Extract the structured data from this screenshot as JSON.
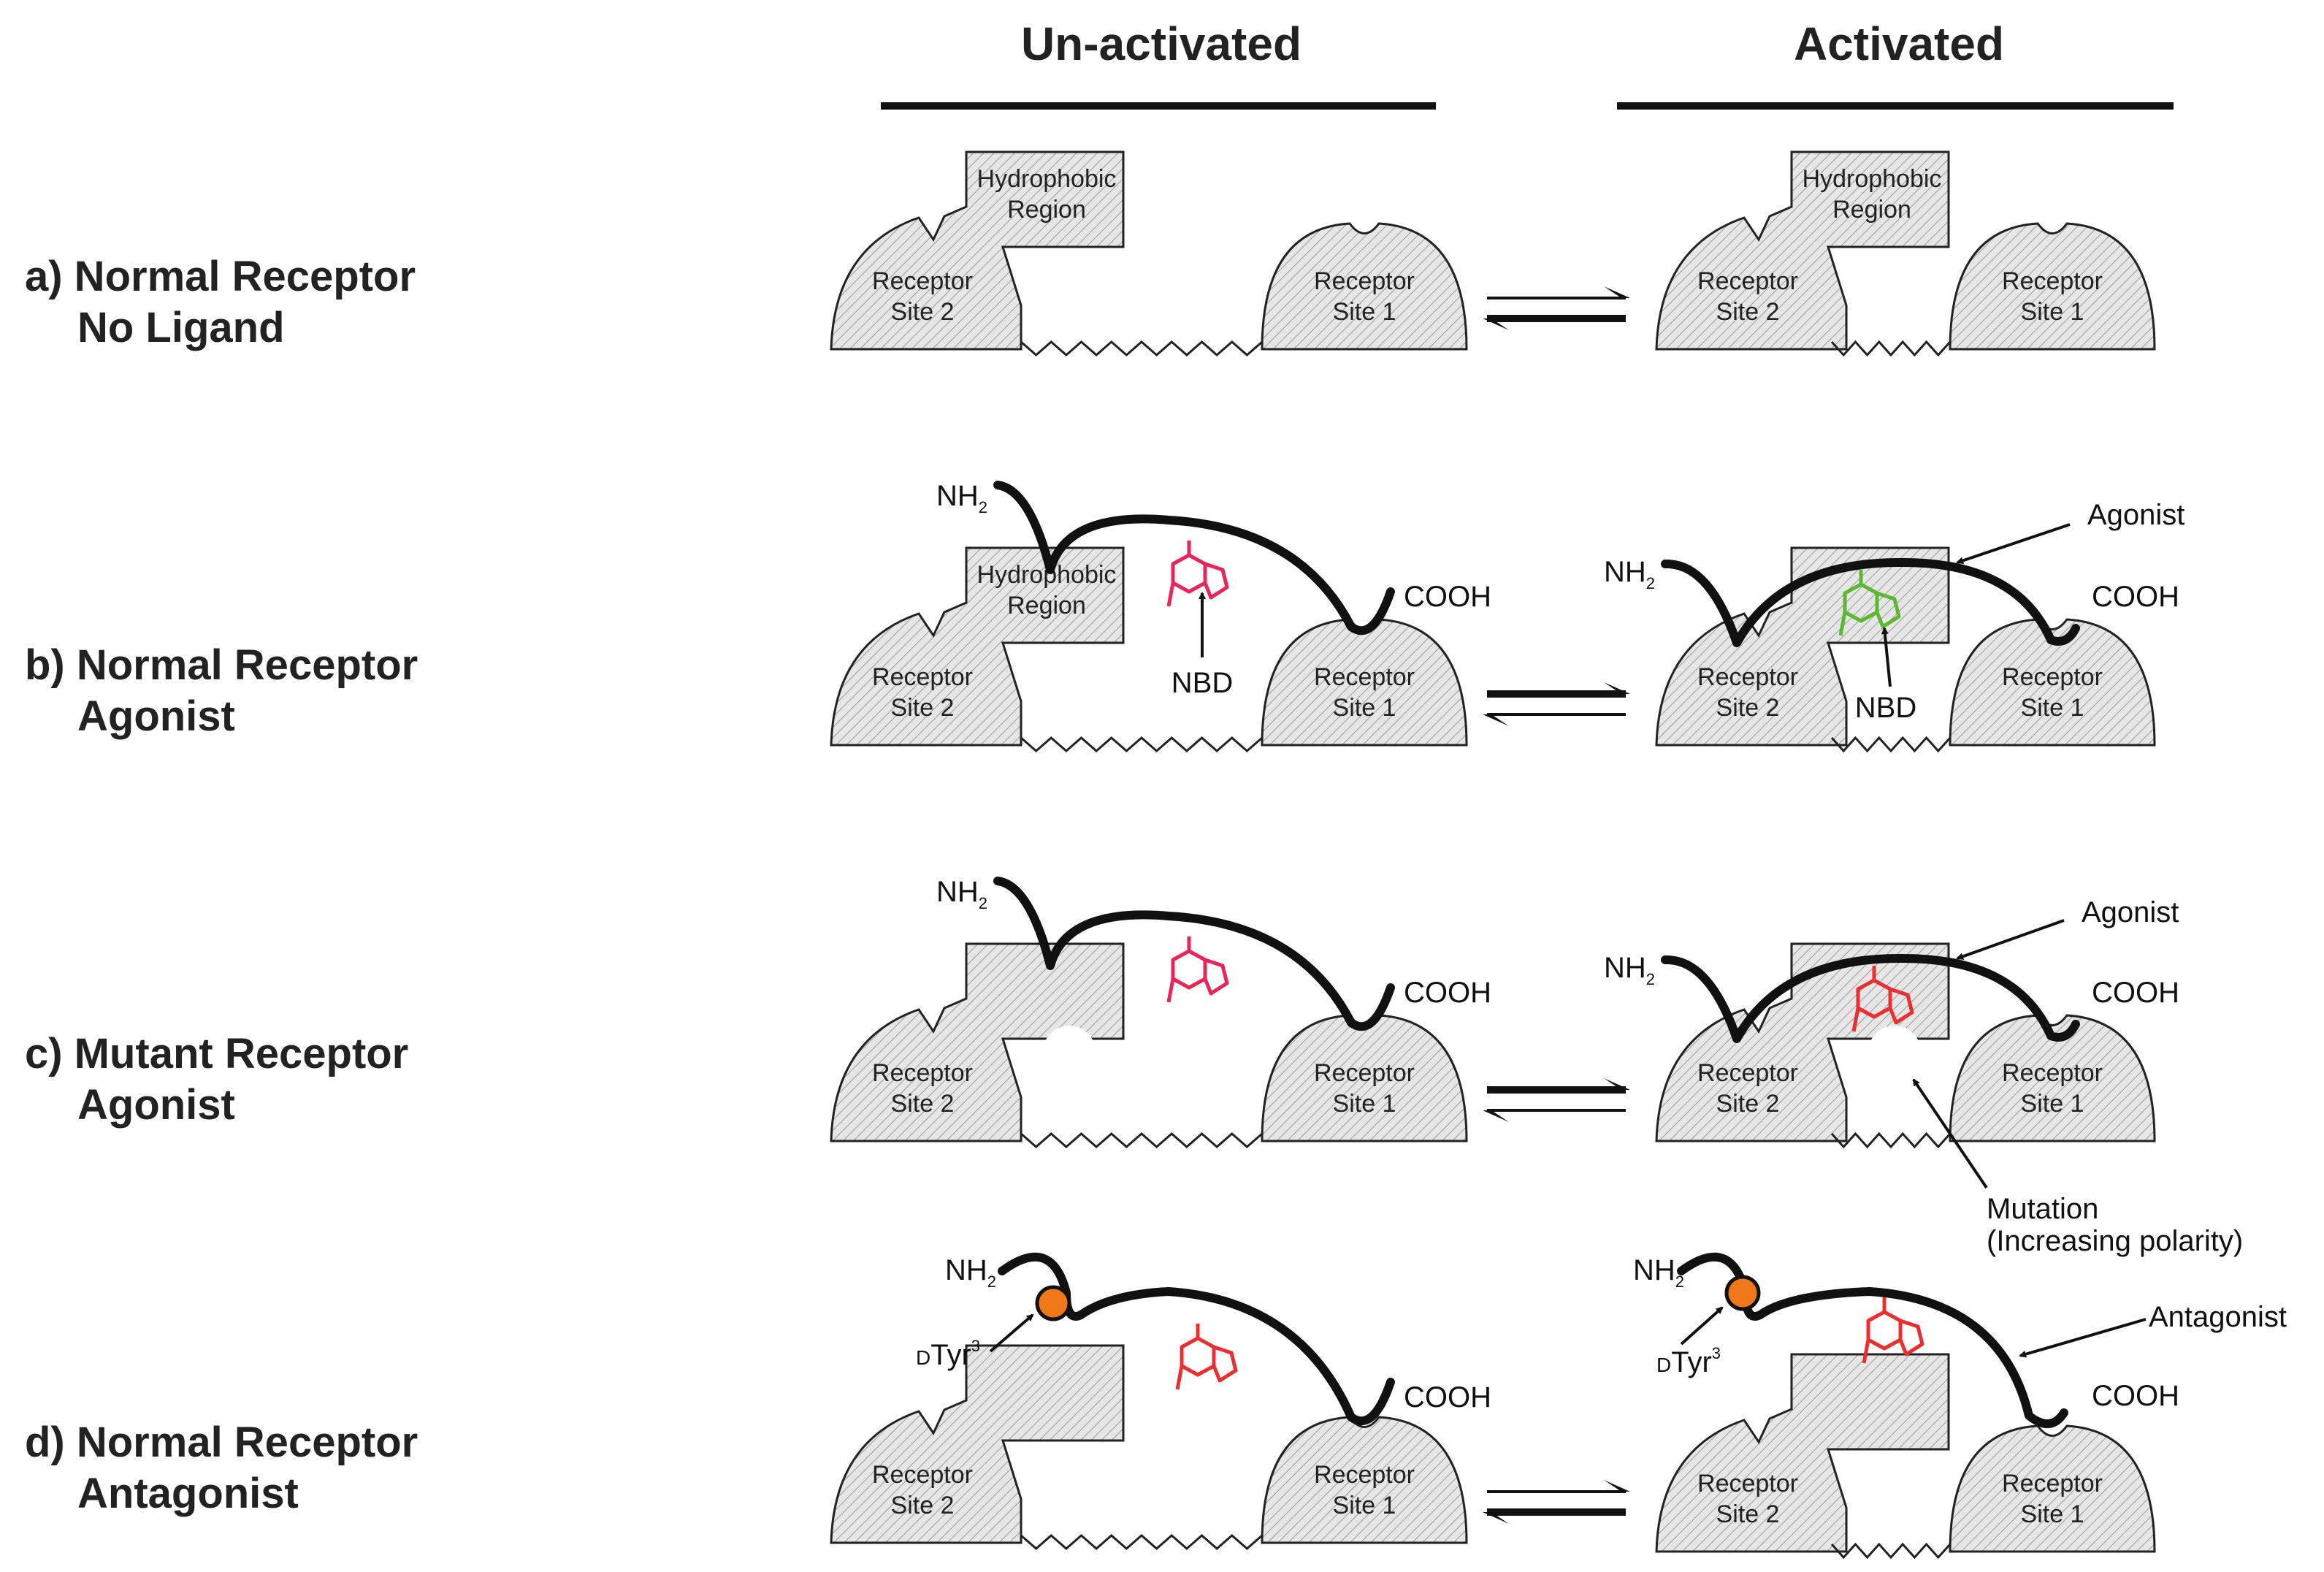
{
  "columns": {
    "unactivated": "Un-activated",
    "activated": "Activated"
  },
  "rows": [
    {
      "id": "a",
      "line1": "a) Normal Receptor",
      "line2": "No Ligand"
    },
    {
      "id": "b",
      "line1": "b) Normal Receptor",
      "line2": "Agonist"
    },
    {
      "id": "c",
      "line1": "c) Mutant Receptor",
      "line2": "Agonist"
    },
    {
      "id": "d",
      "line1": "d) Normal Receptor",
      "line2": "Antagonist"
    }
  ],
  "labels": {
    "hydrophobic_1": "Hydrophobic",
    "hydrophobic_2": "Region",
    "receptor": "Receptor",
    "site1": "Site 1",
    "site2": "Site 2",
    "nh": "NH",
    "nh_sub": "2",
    "cooh": "COOH",
    "nbd": "NBD",
    "agonist": "Agonist",
    "antagonist": "Antagonist",
    "mutation_1": "Mutation",
    "mutation_2": "(Increasing polarity)",
    "dtyr_prefix": "D",
    "dtyr": "Tyr",
    "dtyr_sup": "3"
  },
  "colors": {
    "ligand_unbound": "#e8265a",
    "ligand_bound_agonist": "#5cb82e",
    "ligand_mutant_bound": "#e83030",
    "ligand_antagonist": "#e83030",
    "dtyr_bead": "#f07818",
    "block_fill": "#e6e6e6"
  }
}
